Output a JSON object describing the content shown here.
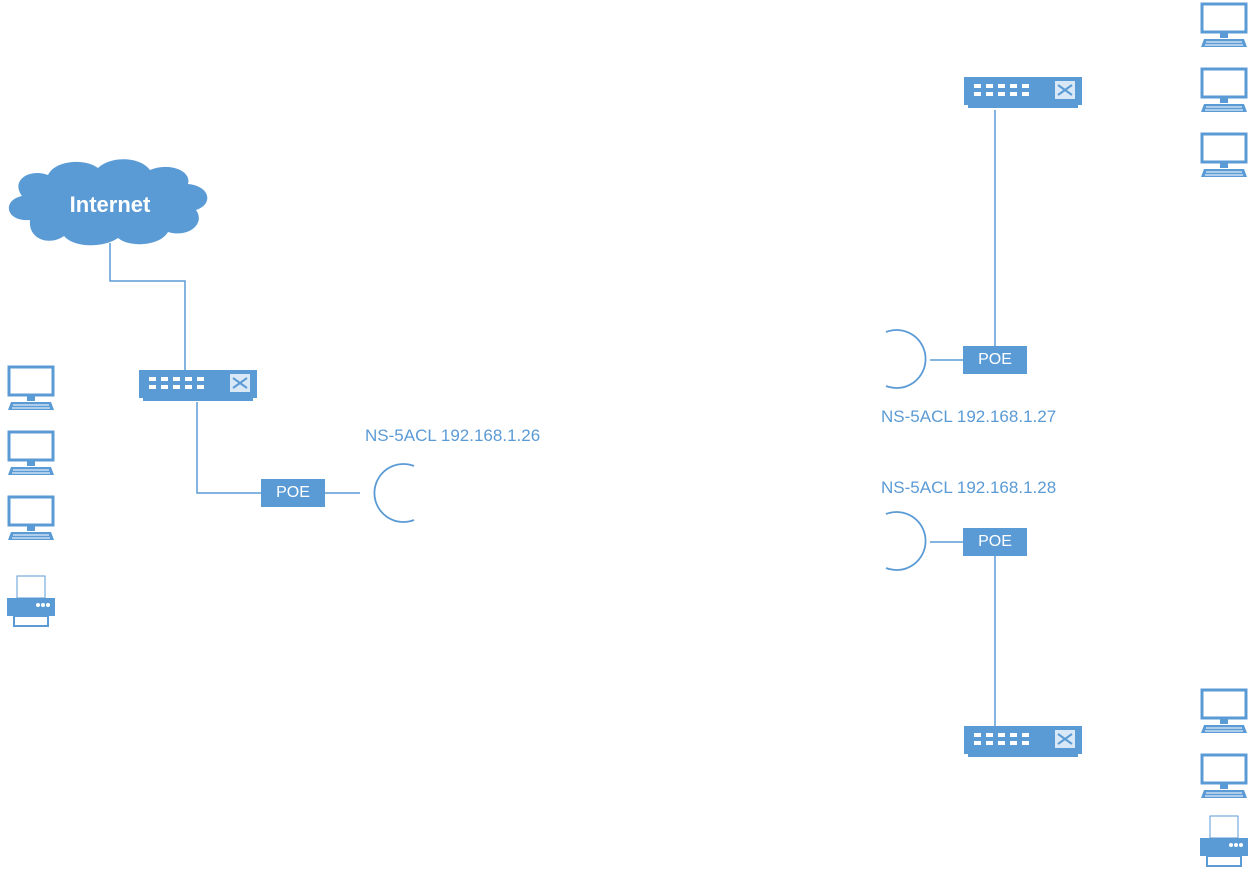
{
  "colors": {
    "device_blue": "#5b9bd5",
    "line_blue": "#5b9bd5",
    "label_blue": "#5b9bd5",
    "light_blue": "#d9e8f6"
  },
  "cloud": {
    "label": "Internet",
    "icon": "cloud-icon"
  },
  "poe": {
    "left": "POE",
    "top_right": "POE",
    "bottom_right": "POE"
  },
  "antennas": {
    "left": {
      "label": "NS-5ACL 192.168.1.26"
    },
    "top_right": {
      "label": "NS-5ACL 192.168.1.27"
    },
    "bottom_right": {
      "label": "NS-5ACL 192.168.1.28"
    }
  },
  "icons": {
    "switch": "network-switch-icon",
    "computer": "desktop-computer-icon",
    "printer": "printer-icon",
    "antenna": "antenna-icon"
  }
}
